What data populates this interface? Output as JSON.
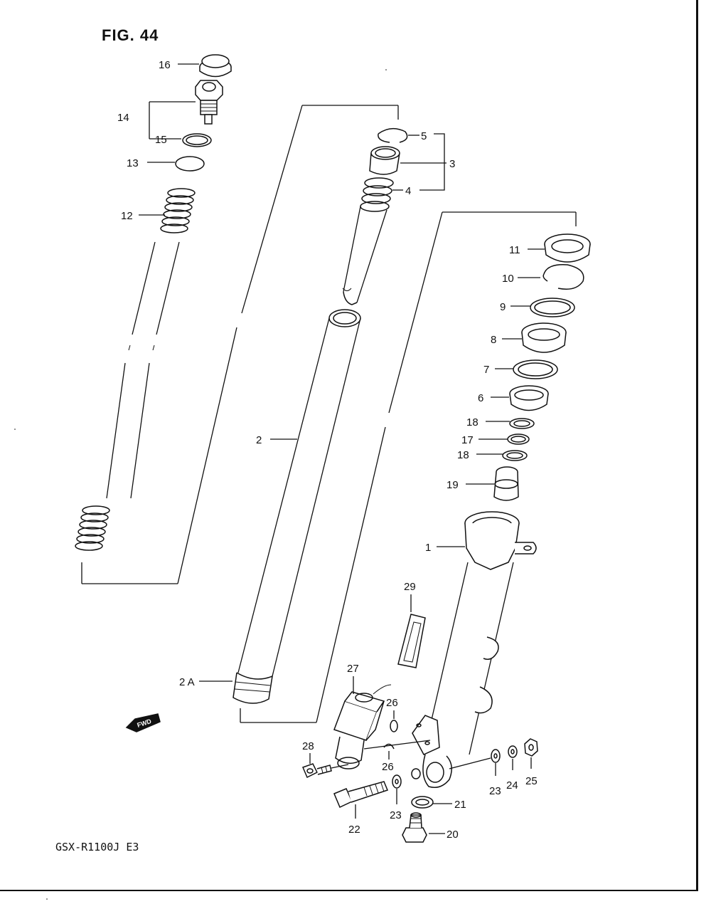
{
  "figure": {
    "title": "FIG. 44",
    "model": "GSX-R1100J E3"
  },
  "direction_badge": "FWD",
  "labels": {
    "l1": "1",
    "l2": "2",
    "l2a": "2 A",
    "l3": "3",
    "l4": "4",
    "l5": "5",
    "l6": "6",
    "l7": "7",
    "l8": "8",
    "l9": "9",
    "l10": "10",
    "l11": "11",
    "l12": "12",
    "l13": "13",
    "l14": "14",
    "l15": "15",
    "l16": "16",
    "l17": "17",
    "l18a": "18",
    "l18b": "18",
    "l19": "19",
    "l20": "20",
    "l21": "21",
    "l22": "22",
    "l23a": "23",
    "l23b": "23",
    "l24": "24",
    "l25": "25",
    "l26a": "26",
    "l26b": "26",
    "l27": "27",
    "l28": "28",
    "l29": "29"
  },
  "colors": {
    "ink": "#111111",
    "paper": "#ffffff"
  }
}
